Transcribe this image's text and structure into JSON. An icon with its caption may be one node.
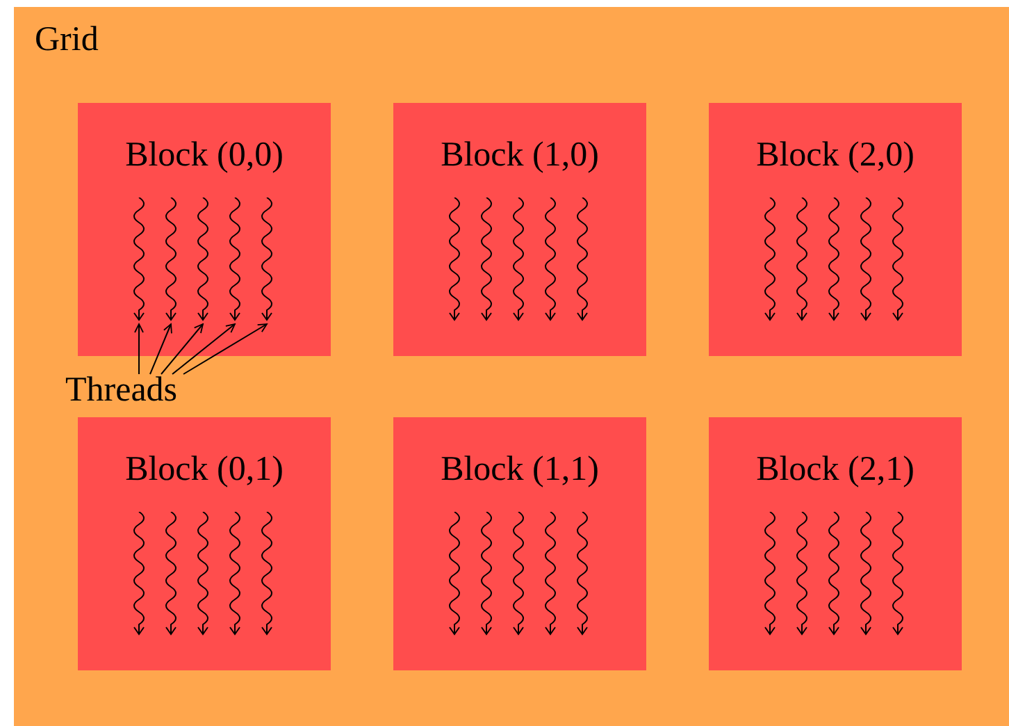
{
  "diagram": {
    "nodes": [
      {
        "text": [
          "Grid"
        ]
      },
      {
        "text": [
          "Block (0,0)"
        ],
        "in": 0
      },
      {
        "text": [],
        "shape": "squiggle",
        "in": 1
      },
      {
        "text": [],
        "shape": "squiggle",
        "in": 1
      },
      {
        "text": [],
        "shape": "squiggle",
        "in": 1
      },
      {
        "text": [],
        "shape": "squiggle",
        "in": 1
      },
      {
        "text": [],
        "shape": "squiggle",
        "in": 1
      },
      {
        "text": [
          "Block (1,0)"
        ],
        "in": 0
      },
      {
        "text": [],
        "shape": "squiggle",
        "in": 7
      },
      {
        "text": [],
        "shape": "squiggle",
        "in": 7
      },
      {
        "text": [],
        "shape": "squiggle",
        "in": 7
      },
      {
        "text": [],
        "shape": "squiggle",
        "in": 7
      },
      {
        "text": [],
        "shape": "squiggle",
        "in": 7
      },
      {
        "text": [
          "Block (2,0)"
        ],
        "in": 0
      },
      {
        "text": [],
        "shape": "squiggle",
        "in": 13
      },
      {
        "text": [],
        "shape": "squiggle",
        "in": 13
      },
      {
        "text": [],
        "shape": "squiggle",
        "in": 13
      },
      {
        "text": [],
        "shape": "squiggle",
        "in": 13
      },
      {
        "text": [],
        "shape": "squiggle",
        "in": 13
      },
      {
        "text": [
          "Block (0,1)"
        ],
        "in": 0
      },
      {
        "text": [],
        "shape": "squiggle",
        "in": 19
      },
      {
        "text": [],
        "shape": "squiggle",
        "in": 19
      },
      {
        "text": [],
        "shape": "squiggle",
        "in": 19
      },
      {
        "text": [],
        "shape": "squiggle",
        "in": 19
      },
      {
        "text": [],
        "shape": "squiggle",
        "in": 19
      },
      {
        "text": [
          "Block (1,1)"
        ],
        "in": 0
      },
      {
        "text": [],
        "shape": "squiggle",
        "in": 25
      },
      {
        "text": [],
        "shape": "squiggle",
        "in": 25
      },
      {
        "text": [],
        "shape": "squiggle",
        "in": 25
      },
      {
        "text": [],
        "shape": "squiggle",
        "in": 25
      },
      {
        "text": [],
        "shape": "squiggle",
        "in": 25
      },
      {
        "text": [
          "Block (2,1)"
        ],
        "in": 0
      },
      {
        "text": [],
        "shape": "squiggle",
        "in": 31
      },
      {
        "text": [],
        "shape": "squiggle",
        "in": 31
      },
      {
        "text": [],
        "shape": "squiggle",
        "in": 31
      },
      {
        "text": [],
        "shape": "squiggle",
        "in": 31
      },
      {
        "text": [],
        "shape": "squiggle",
        "in": 31
      },
      {
        "text": [
          "Threads"
        ],
        "in": 0
      }
    ],
    "edges": [
      {
        "from": 37,
        "to": 2,
        "arrow": "to"
      },
      {
        "from": 37,
        "to": 3,
        "arrow": "to"
      },
      {
        "from": 37,
        "to": 4,
        "arrow": "to"
      },
      {
        "from": 37,
        "to": 5,
        "arrow": "to"
      },
      {
        "from": 37,
        "to": 6,
        "arrow": "to"
      }
    ]
  }
}
